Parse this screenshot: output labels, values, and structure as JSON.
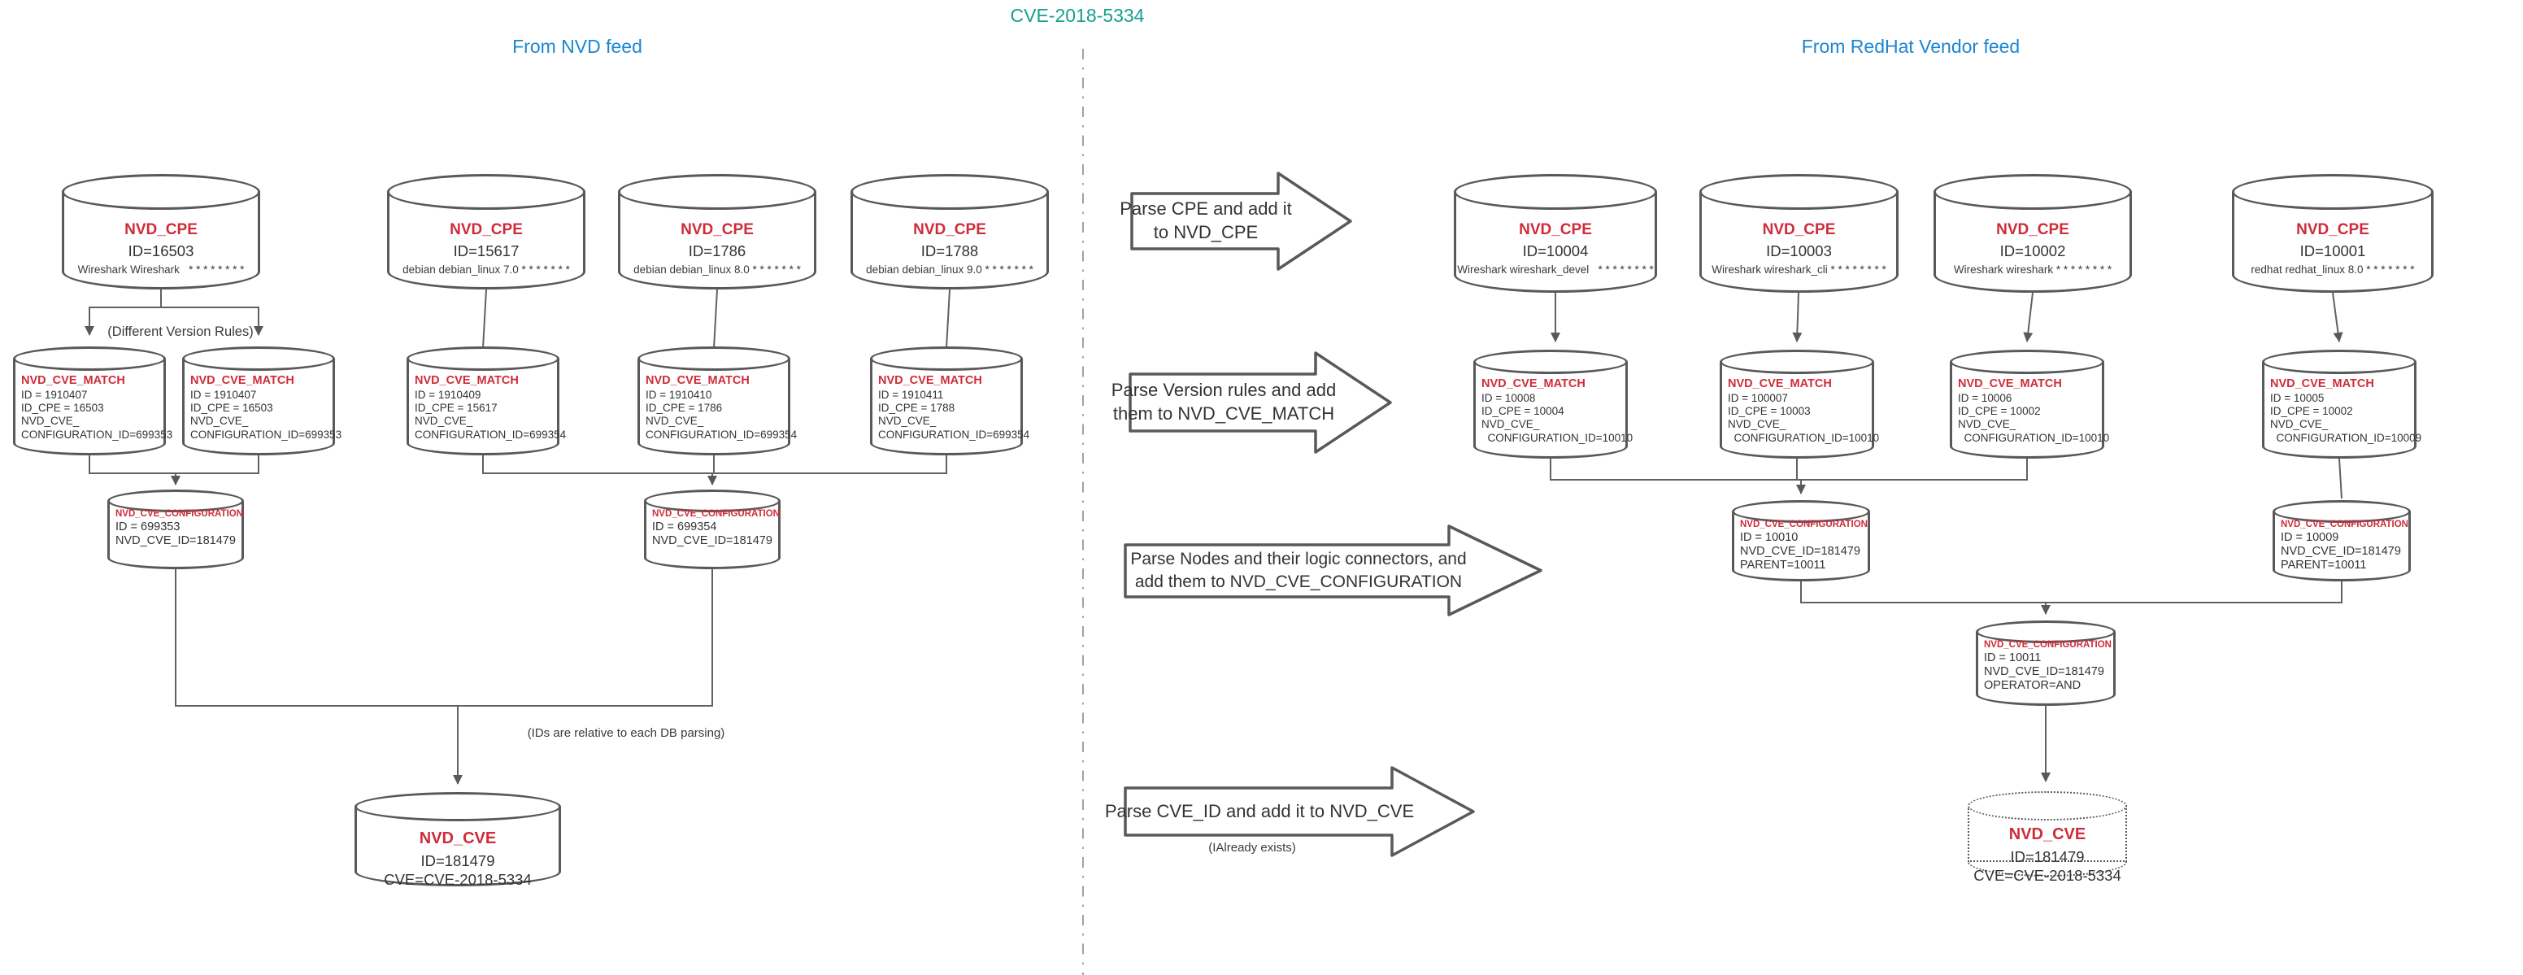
{
  "title": "CVE-2018-5334",
  "colors": {
    "title_teal": "#169e8c",
    "header_blue": "#1c86d1",
    "entity_red": "#ce2c39",
    "shape_gray": "#595959"
  },
  "sections": {
    "left": {
      "header": "From NVD feed"
    },
    "right": {
      "header": "From RedHat Vendor feed"
    }
  },
  "annotations": {
    "different_version_rules": "(Different Version Rules)",
    "ids_relative": "(IDs are relative to each DB parsing)",
    "already_exists": "(IAlready exists)"
  },
  "process_arrows": [
    {
      "label_line1": "Parse CPE and add it",
      "label_line2": "to NVD_CPE"
    },
    {
      "label_line1": "Parse Version rules and add",
      "label_line2": "them to NVD_CVE_MATCH"
    },
    {
      "label_line1": "Parse Nodes and their logic connectors, and",
      "label_line2": "add them to NVD_CVE_CONFIGURATION"
    },
    {
      "label_line1": "Parse CVE_ID and add it to NVD_CVE",
      "label_line2": ""
    }
  ],
  "nvd": {
    "cpe": [
      {
        "title": "NVD_CPE",
        "id": "ID=16503",
        "cpe": "Wireshark Wireshark   * * * * * * * *"
      },
      {
        "title": "NVD_CPE",
        "id": "ID=15617",
        "cpe": "debian debian_linux 7.0 * * * * * * *"
      },
      {
        "title": "NVD_CPE",
        "id": "ID=1786",
        "cpe": "debian debian_linux 8.0 * * * * * * *"
      },
      {
        "title": "NVD_CPE",
        "id": "ID=1788",
        "cpe": "debian debian_linux 9.0 * * * * * * *"
      }
    ],
    "match": [
      {
        "title": "NVD_CVE_MATCH",
        "l1": "ID = 1910407",
        "l2": "ID_CPE = 16503",
        "l3": "NVD_CVE_",
        "l4": "CONFIGURATION_ID=699353"
      },
      {
        "title": "NVD_CVE_MATCH",
        "l1": "ID = 1910407",
        "l2": "ID_CPE = 16503",
        "l3": "NVD_CVE_",
        "l4": "CONFIGURATION_ID=699353"
      },
      {
        "title": "NVD_CVE_MATCH",
        "l1": "ID = 1910409",
        "l2": "ID_CPE = 15617",
        "l3": "NVD_CVE_",
        "l4": "CONFIGURATION_ID=699354"
      },
      {
        "title": "NVD_CVE_MATCH",
        "l1": "ID = 1910410",
        "l2": "ID_CPE = 1786",
        "l3": "NVD_CVE_",
        "l4": "CONFIGURATION_ID=699354"
      },
      {
        "title": "NVD_CVE_MATCH",
        "l1": "ID = 1910411",
        "l2": "ID_CPE = 1788",
        "l3": "NVD_CVE_",
        "l4": "CONFIGURATION_ID=699354"
      }
    ],
    "config": [
      {
        "title": "NVD_CVE_CONFIGURATION",
        "l1": "ID = 699353",
        "l2": "NVD_CVE_ID=181479"
      },
      {
        "title": "NVD_CVE_CONFIGURATION",
        "l1": "ID = 699354",
        "l2": "NVD_CVE_ID=181479"
      }
    ],
    "cve": {
      "title": "NVD_CVE",
      "l1": "ID=181479",
      "l2": "CVE=CVE-2018-5334"
    }
  },
  "redhat": {
    "cpe": [
      {
        "title": "NVD_CPE",
        "id": "ID=10004",
        "cpe": "Wireshark wireshark_devel   * * * * * * * *"
      },
      {
        "title": "NVD_CPE",
        "id": "ID=10003",
        "cpe": "Wireshark wireshark_cli * * * * * * * *"
      },
      {
        "title": "NVD_CPE",
        "id": "ID=10002",
        "cpe": "Wireshark wireshark * * * * * * * *"
      },
      {
        "title": "NVD_CPE",
        "id": "ID=10001",
        "cpe": "redhat redhat_linux 8.0 * * * * * * *"
      }
    ],
    "match": [
      {
        "title": "NVD_CVE_MATCH",
        "l1": "ID = 10008",
        "l2": "ID_CPE = 10004",
        "l3": "NVD_CVE_",
        "l4": "  CONFIGURATION_ID=10010"
      },
      {
        "title": "NVD_CVE_MATCH",
        "l1": "ID = 100007",
        "l2": "ID_CPE = 10003",
        "l3": "NVD_CVE_",
        "l4": "  CONFIGURATION_ID=10010"
      },
      {
        "title": "NVD_CVE_MATCH",
        "l1": "ID = 10006",
        "l2": "ID_CPE = 10002",
        "l3": "NVD_CVE_",
        "l4": "  CONFIGURATION_ID=10010"
      },
      {
        "title": "NVD_CVE_MATCH",
        "l1": "ID = 10005",
        "l2": "ID_CPE = 10002",
        "l3": "NVD_CVE_",
        "l4": "  CONFIGURATION_ID=10009"
      }
    ],
    "config": [
      {
        "title": "NVD_CVE_CONFIGURATION",
        "l1": "ID = 10010",
        "l2": "NVD_CVE_ID=181479",
        "l3": "PARENT=10011"
      },
      {
        "title": "NVD_CVE_CONFIGURATION",
        "l1": "ID = 10009",
        "l2": "NVD_CVE_ID=181479",
        "l3": "PARENT=10011"
      },
      {
        "title": "NVD_CVE_CONFIGURATION",
        "l1": "ID = 10011",
        "l2": "NVD_CVE_ID=181479",
        "l3": "OPERATOR=AND"
      }
    ],
    "cve": {
      "title": "NVD_CVE",
      "l1": "ID=181479",
      "l2": "CVE=CVE-2018-5334"
    }
  }
}
